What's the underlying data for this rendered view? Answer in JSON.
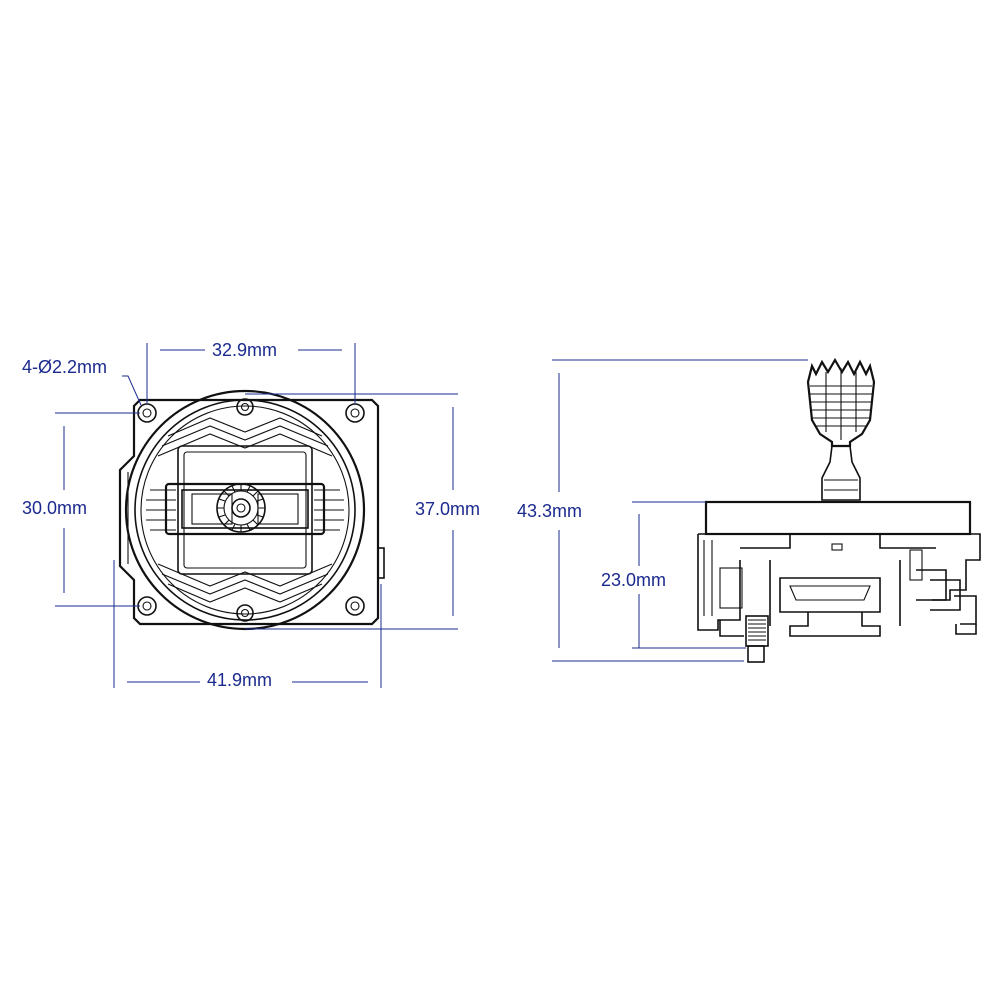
{
  "front_view": {
    "hole_label": "4-Ø2.2mm",
    "top_width_label": "32.9mm",
    "left_height_label": "30.0mm",
    "right_height_label": "37.0mm",
    "bottom_width_label": "41.9mm"
  },
  "side_view": {
    "total_height_label": "43.3mm",
    "body_height_label": "23.0mm"
  },
  "colors": {
    "dimension": "#1b2a8e",
    "outline": "#111111",
    "background": "#ffffff"
  }
}
